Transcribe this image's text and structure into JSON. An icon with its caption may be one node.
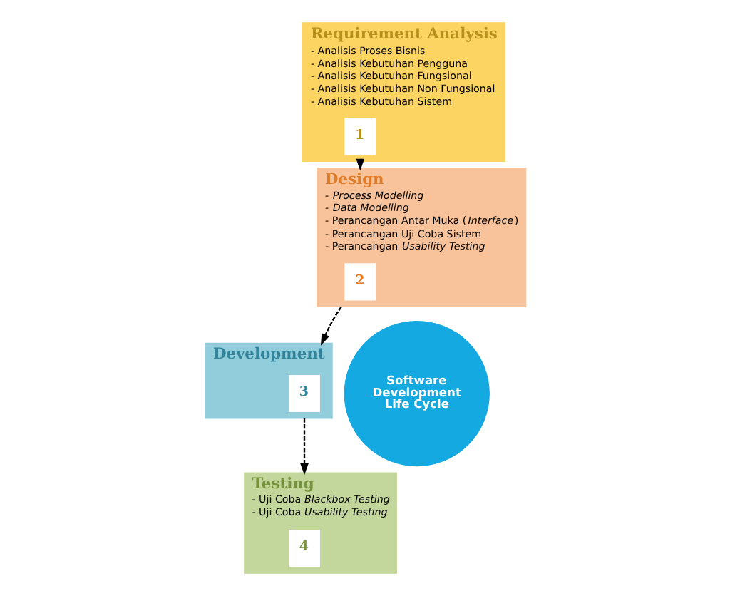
{
  "diagram": {
    "nodes": [
      {
        "text": [
          "Requirement Analysis",
          "- Analisis Proses Bisnis",
          "- Analisis Kebutuhan Pengguna",
          "- Analisis Kebutuhan Fungsional",
          "- Analisis Kebutuhan Non Fungsional",
          "- Analisis Kebutuhan Sistem"
        ]
      },
      {
        "text": [
          "1"
        ],
        "in": 0
      },
      {
        "text": [
          "Design",
          "- *Process Modelling*",
          "- *Data Modelling*",
          "- Perancangan Antar Muka (*Interface*)",
          "- Perancangan Uji Coba Sistem",
          "- Perancangan *Usability Testing*"
        ]
      },
      {
        "text": [
          "2"
        ],
        "in": 2
      },
      {
        "text": [
          "Development"
        ]
      },
      {
        "text": [
          "3"
        ],
        "in": 4
      },
      {
        "text": [
          "Testing",
          "- Uji Coba *Blackbox Testing*",
          "- Uji Coba *Usability Testing*"
        ]
      },
      {
        "text": [
          "4"
        ],
        "in": 6
      },
      {
        "text": [
          "Software Development Life Cycle"
        ]
      }
    ],
    "edges": [
      {
        "from": 0,
        "to": 2,
        "arrow": "to",
        "style": "dashed"
      },
      {
        "from": 2,
        "to": 4,
        "arrow": "to",
        "style": "dashed"
      },
      {
        "from": 4,
        "to": 6,
        "arrow": "to",
        "style": "dashed"
      }
    ]
  }
}
